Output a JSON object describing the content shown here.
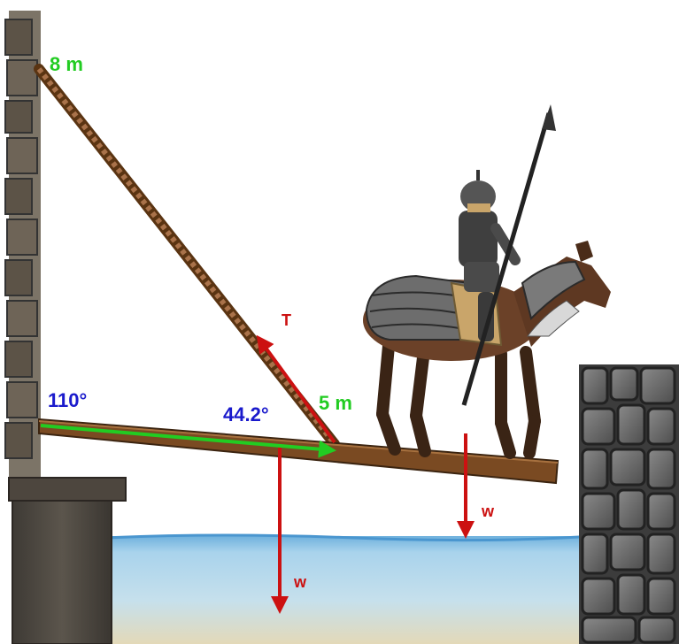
{
  "labels": {
    "rope_length": "8 m",
    "angle_wall": "110°",
    "angle_rope": "44.2°",
    "attach_distance": "5 m",
    "tension": "T",
    "weight_bridge": "w",
    "weight_knight": "w"
  },
  "colors": {
    "length_labels": "#22cc22",
    "angle_labels": "#1a1acc",
    "force_vectors": "#cc1111",
    "distance_vector": "#22cc22",
    "water": "#9ecbe6",
    "stone": "#6f6f6f",
    "wood": "#7a4a22"
  }
}
